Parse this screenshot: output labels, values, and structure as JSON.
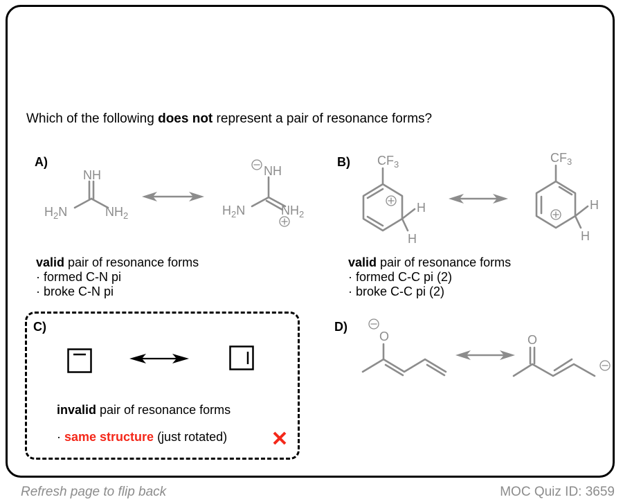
{
  "question": {
    "prefix": "Which of the following ",
    "emphasis": "does not",
    "suffix": " represent a pair of resonance forms?"
  },
  "options": [
    {
      "label": "A)",
      "molecule": "guanidine",
      "left_structure": {
        "top": "NH",
        "left": "H",
        "left_sub": "2",
        "left_n": "N",
        "right": "NH",
        "right_sub": "2"
      },
      "right_structure": {
        "top": "NH",
        "left": "H",
        "left_sub": "2",
        "left_n": "N",
        "right": "NH",
        "right_sub": "2",
        "charges": [
          "minus-on-NH",
          "plus-on-NH2"
        ]
      },
      "verdict_bold": "valid",
      "verdict_rest": " pair of resonance forms",
      "bullets": [
        "formed C-N pi",
        "broke C-N pi"
      ]
    },
    {
      "label": "B)",
      "substituent": "CF",
      "substituent_sub": "3",
      "h_label": "H",
      "verdict_bold": "valid",
      "verdict_rest": " pair of resonance forms",
      "bullets": [
        "formed C-C pi (2)",
        "broke C-C pi (2)"
      ]
    },
    {
      "label": "C)",
      "verdict_bold": "invalid",
      "verdict_rest": " pair of resonance forms",
      "bullet_highlight": "same structure",
      "bullet_rest": " (just rotated)",
      "mark": "✕",
      "highlight_color": "#f4281a"
    },
    {
      "label": "D)",
      "oxygen": "O"
    }
  ],
  "footer": {
    "hint": "Refresh page to flip back",
    "quiz_id": "MOC Quiz ID: 3659"
  },
  "colors": {
    "structure_gray": "#8c8c8c",
    "incorrect_red": "#f4281a"
  }
}
